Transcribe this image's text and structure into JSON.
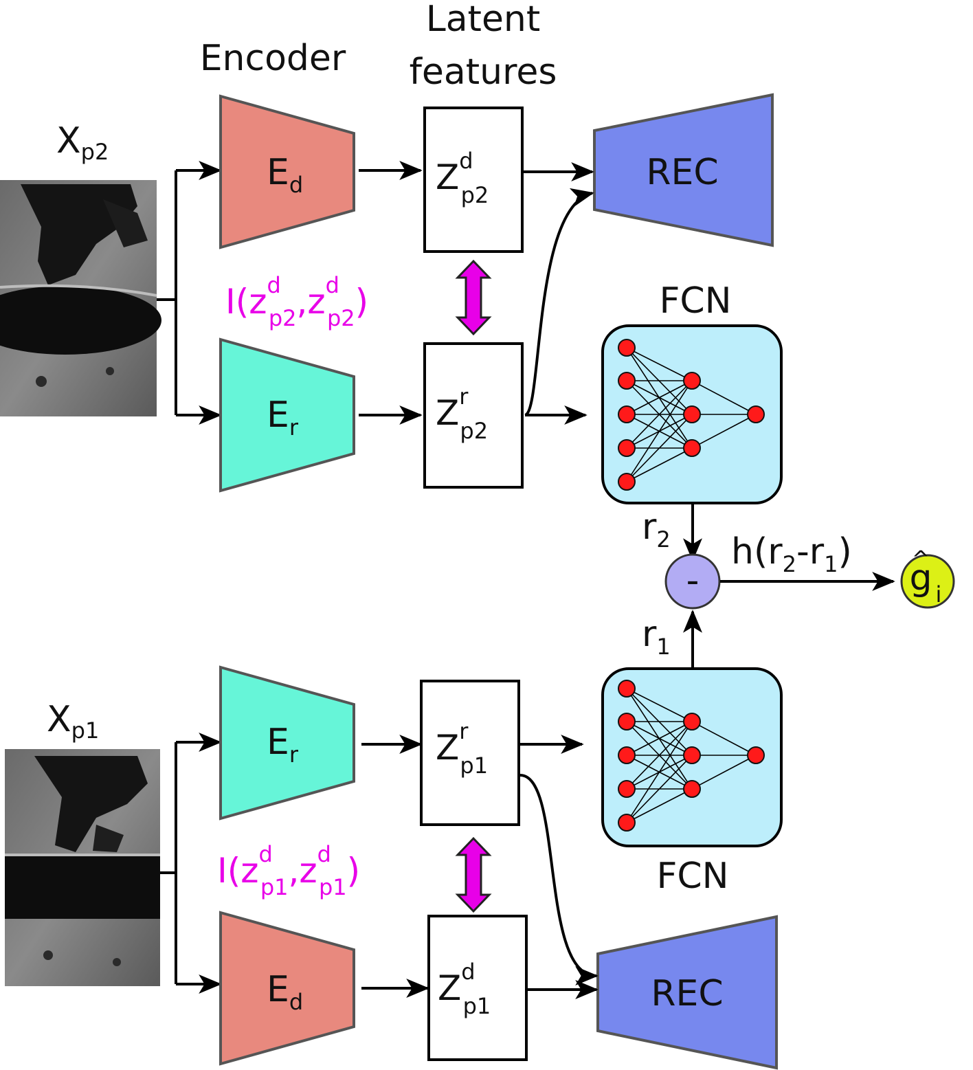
{
  "headers": {
    "encoder": "Encoder",
    "latent_line1": "Latent",
    "latent_line2": "features"
  },
  "inputs": {
    "top": {
      "base": "X",
      "sub": "p2"
    },
    "bottom": {
      "base": "X",
      "sub": "p1"
    }
  },
  "encoders": {
    "top_d": {
      "base": "E",
      "sub": "d"
    },
    "top_r": {
      "base": "E",
      "sub": "r"
    },
    "bottom_r": {
      "base": "E",
      "sub": "r"
    },
    "bottom_d": {
      "base": "E",
      "sub": "d"
    }
  },
  "latents": {
    "top_d": {
      "base": "Z",
      "sup": "d",
      "sub": "p2"
    },
    "top_r": {
      "base": "Z",
      "sup": "r",
      "sub": "p2"
    },
    "bottom_r": {
      "base": "Z",
      "sup": "r",
      "sub": "p1"
    },
    "bottom_d": {
      "base": "Z",
      "sup": "d",
      "sub": "p1"
    }
  },
  "mutual_info": {
    "top": {
      "open": "I(z",
      "sup1": "d",
      "sub1": "p2",
      "comma": ",z",
      "sup2": "d",
      "sub2": "p2",
      "close": ")"
    },
    "bottom": {
      "open": "I(z",
      "sup1": "d",
      "sub1": "p1",
      "comma": ",z",
      "sup2": "d",
      "sub2": "p1",
      "close": ")"
    }
  },
  "decoders": {
    "top": "REC",
    "bottom": "REC"
  },
  "fcn": {
    "top_label": "FCN",
    "bottom_label": "FCN"
  },
  "outputs": {
    "r2": {
      "base": "r",
      "sub": "2"
    },
    "r1": {
      "base": "r",
      "sub": "1"
    },
    "minus": "-",
    "h": {
      "open": "h(r",
      "sub1": "2",
      "mid": "-r",
      "sub2": "1",
      "close": ")"
    },
    "g": {
      "base": "g",
      "accent": "^",
      "sub": "i"
    }
  },
  "colors": {
    "encoder_d": "#e8897e",
    "encoder_r": "#66f5d8",
    "decoder": "#7788ee",
    "fcn_box": "#bdeefb",
    "fcn_node": "#ff1a1a",
    "diff_circle": "#b2acf4",
    "output_circle": "#dcf016",
    "mutual_info": "#e800e8"
  }
}
